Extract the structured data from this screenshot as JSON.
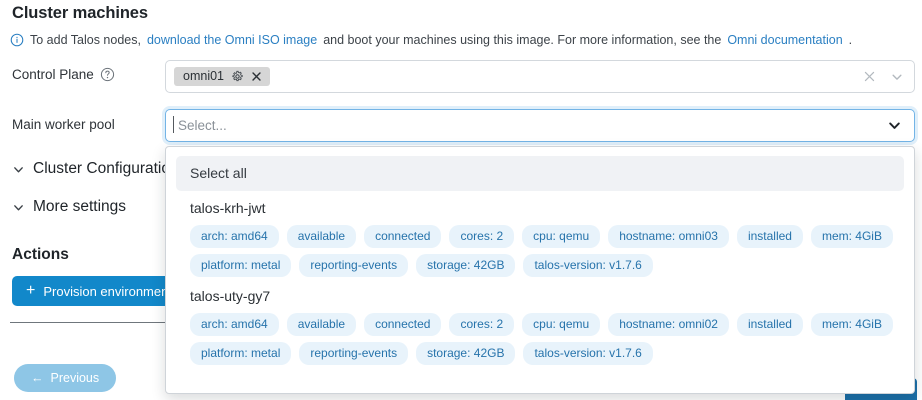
{
  "header": {
    "title": "Cluster machines",
    "hint_icon": "info-circle-icon",
    "hint_prefix": "To add Talos nodes, ",
    "hint_link_1": "download the Omni ISO image",
    "hint_middle": " and boot your machines using this image. For more information, see the ",
    "hint_link_2": "Omni documentation",
    "hint_suffix": "."
  },
  "control_plane": {
    "label": "Control Plane",
    "help_icon": "question-circle-icon",
    "chip_label": "omni01",
    "chip_gear_icon": "gear-icon",
    "chip_remove_icon": "close-icon",
    "clear_icon": "clear-x-icon",
    "chevron_icon": "chevron-down-icon"
  },
  "worker_pool": {
    "label": "Main worker pool",
    "placeholder": "Select...",
    "chevron_icon": "chevron-down-icon"
  },
  "dropdown": {
    "select_all": "Select all",
    "machines": [
      {
        "name": "talos-krh-jwt",
        "tags": [
          "arch: amd64",
          "available",
          "connected",
          "cores: 2",
          "cpu: qemu",
          "hostname: omni03",
          "installed",
          "mem: 4GiB",
          "platform: metal",
          "reporting-events",
          "storage: 42GB",
          "talos-version: v1.7.6"
        ]
      },
      {
        "name": "talos-uty-gy7",
        "tags": [
          "arch: amd64",
          "available",
          "connected",
          "cores: 2",
          "cpu: qemu",
          "hostname: omni02",
          "installed",
          "mem: 4GiB",
          "platform: metal",
          "reporting-events",
          "storage: 42GB",
          "talos-version: v1.7.6"
        ]
      }
    ]
  },
  "background": {
    "cluster_config": "Cluster Configuration",
    "more_settings": "More settings",
    "actions_title": "Actions",
    "provision_label": "Provision environment",
    "provision_plus": "+",
    "previous_label": "Previous",
    "previous_arrow": "←"
  },
  "colors": {
    "accent_blue": "#1288ca",
    "link_blue": "#2a7fc2",
    "tag_bg": "#e8f3fb",
    "tag_text": "#2673ab",
    "chip_bg": "#d6d6d6",
    "focus_border": "#73b4e6",
    "next_button": "#1b6fa8",
    "previous_button": "#8ec6e6"
  }
}
